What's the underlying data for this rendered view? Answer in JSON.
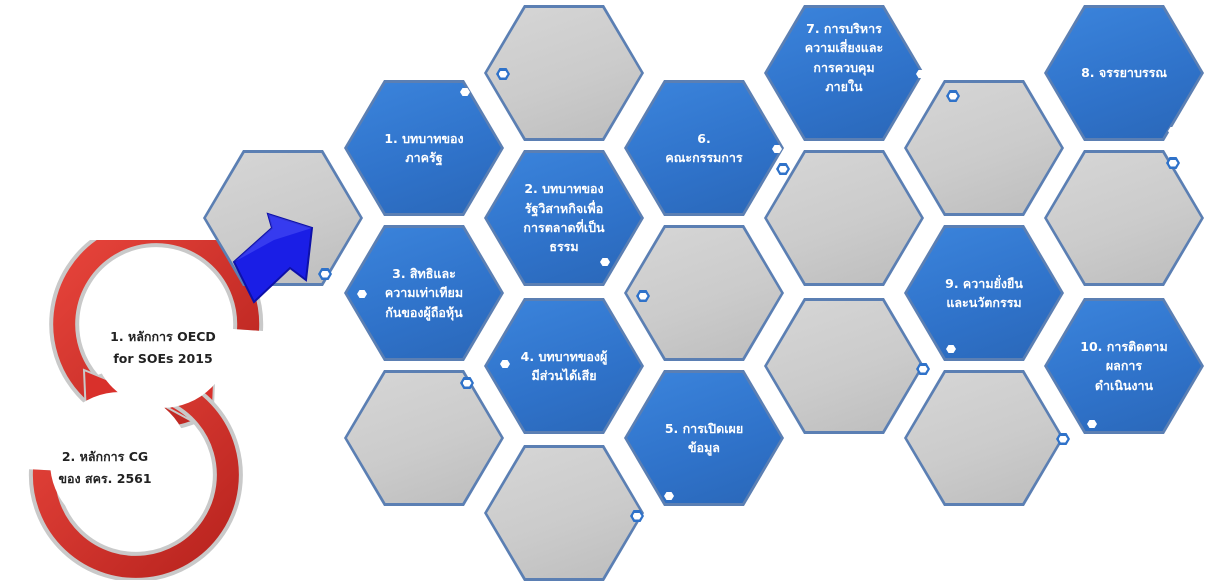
{
  "colors": {
    "hex_blue": "#2f72c9",
    "hex_gray": "#cbcbcb",
    "hex_border": "#5b7fb3",
    "cycle_red": "#d9302b",
    "arrow_blue": "#1a1ee6"
  },
  "cycle": {
    "item1": "1. หลักการ OECD\nfor SOEs 2015",
    "item2": "2. หลักการ CG\nของ สคร. 2561"
  },
  "hexagons": [
    {
      "id": "g0",
      "type": "gray",
      "label": ""
    },
    {
      "id": "p1",
      "type": "blue",
      "label": "1. บทบาทของ\nภาครัฐ"
    },
    {
      "id": "p3",
      "type": "blue",
      "label": "3. สิทธิและ\nความเท่าเทียม\nกันของผู้ถือหุ้น"
    },
    {
      "id": "g1",
      "type": "gray",
      "label": ""
    },
    {
      "id": "g2",
      "type": "gray",
      "label": ""
    },
    {
      "id": "p2",
      "type": "blue",
      "label": "2. บทบาทของ\nรัฐวิสาหกิจเพื่อ\nการตลาดที่เป็น\nธรรม"
    },
    {
      "id": "p4",
      "type": "blue",
      "label": "4. บทบาทของผู้\nมีส่วนได้เสีย"
    },
    {
      "id": "g3",
      "type": "gray",
      "label": ""
    },
    {
      "id": "p6",
      "type": "blue",
      "label": "6.\nคณะกรรมการ"
    },
    {
      "id": "g4",
      "type": "gray",
      "label": ""
    },
    {
      "id": "p5",
      "type": "blue",
      "label": "5. การเปิดเผย\nข้อมูล"
    },
    {
      "id": "g5",
      "type": "gray",
      "label": ""
    },
    {
      "id": "p7",
      "type": "blue",
      "label": "7. การบริหาร\nความเสี่ยงและ\nการควบคุม\nภายใน"
    },
    {
      "id": "g6",
      "type": "gray",
      "label": ""
    },
    {
      "id": "g7",
      "type": "gray",
      "label": ""
    },
    {
      "id": "g8",
      "type": "gray",
      "label": ""
    },
    {
      "id": "p9",
      "type": "blue",
      "label": "9. ความยั่งยืน\nและนวัตกรรม"
    },
    {
      "id": "g9",
      "type": "gray",
      "label": ""
    },
    {
      "id": "p8",
      "type": "blue",
      "label": "8. จรรยาบรรณ"
    },
    {
      "id": "g10",
      "type": "gray",
      "label": ""
    },
    {
      "id": "p10",
      "type": "blue",
      "label": "10. การติดตาม\nผลการ\nดำเนินงาน"
    },
    {
      "id": "g11",
      "type": "gray",
      "label": ""
    }
  ]
}
